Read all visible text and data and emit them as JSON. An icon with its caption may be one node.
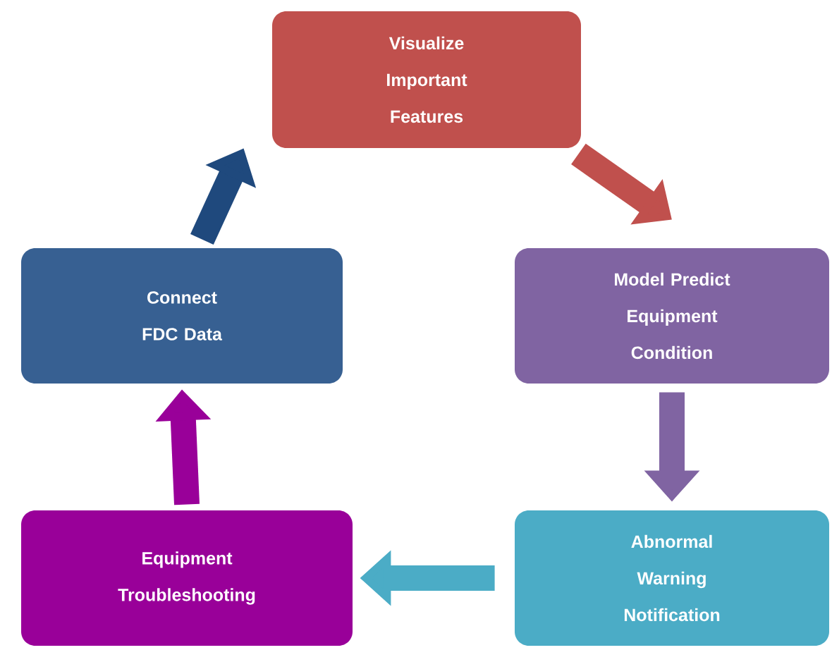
{
  "diagram": {
    "nodes": [
      {
        "text": [
          "Visualize Important Features"
        ]
      },
      {
        "text": [
          "Model Predict Equipment Condition"
        ]
      },
      {
        "text": [
          "Abnormal Warning Notification"
        ]
      },
      {
        "text": [
          "Equipment Troubleshooting"
        ]
      },
      {
        "text": [
          "Connect FDC Data"
        ]
      }
    ],
    "edges": [
      {
        "from": 0,
        "to": 1,
        "arrow": "to",
        "color": "#c0504d"
      },
      {
        "from": 1,
        "to": 2,
        "arrow": "to",
        "color": "#8064a2"
      },
      {
        "from": 2,
        "to": 3,
        "arrow": "to",
        "color": "#4bacc6"
      },
      {
        "from": 3,
        "to": 4,
        "arrow": "to",
        "color": "#990099"
      },
      {
        "from": 4,
        "to": 0,
        "arrow": "to",
        "color": "#1f497d"
      }
    ]
  }
}
